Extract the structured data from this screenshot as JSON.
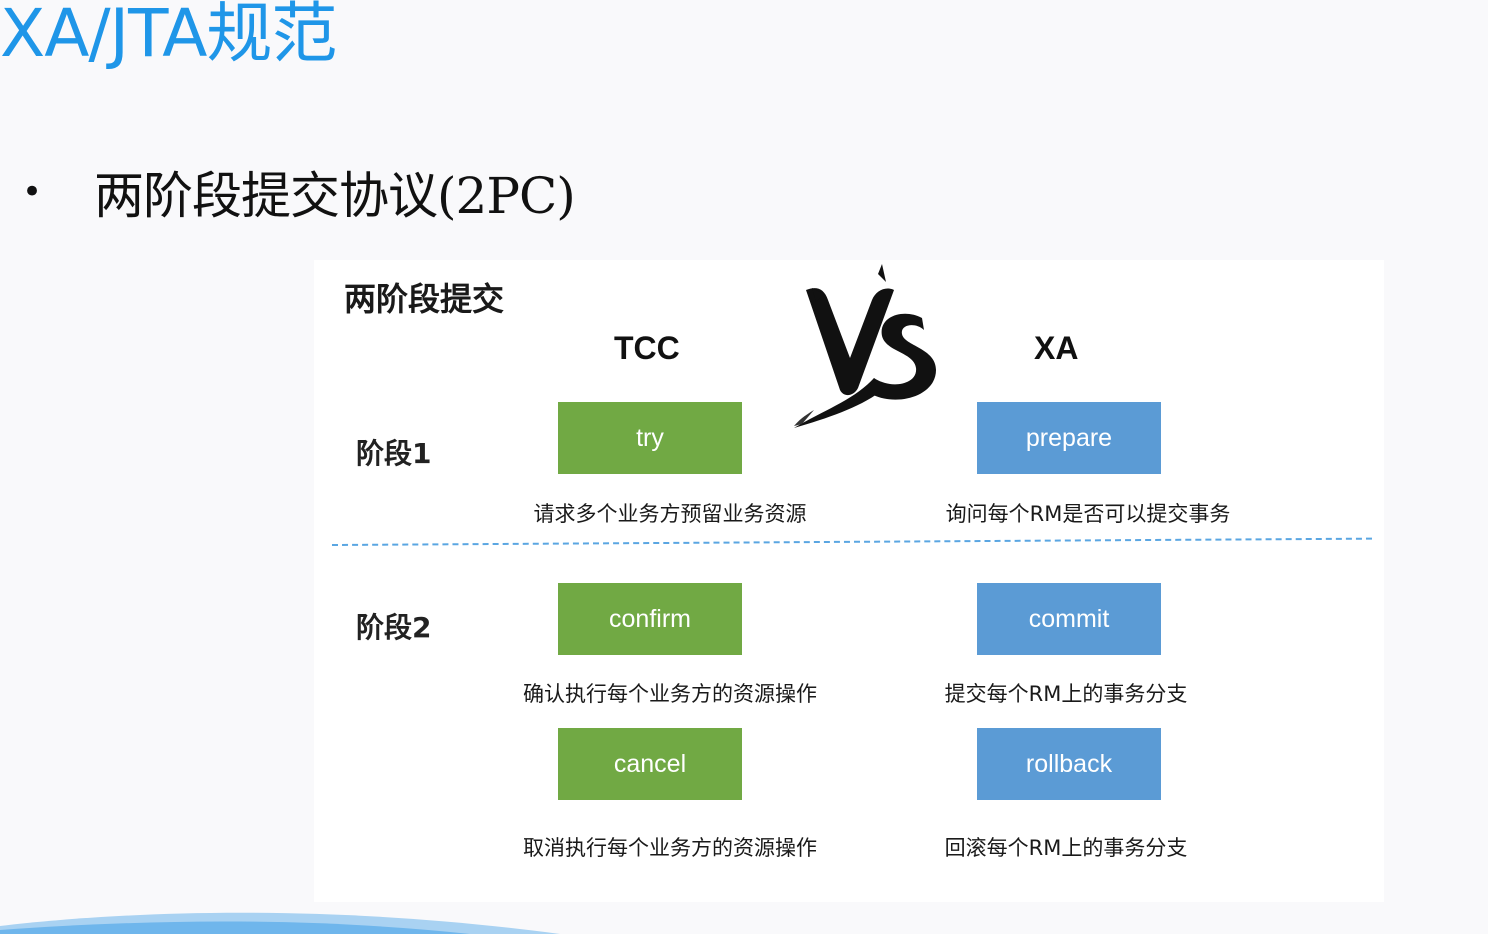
{
  "slide": {
    "title": "XA/JTA规范",
    "bullet_text": "两阶段提交协议(2PC)"
  },
  "figure": {
    "heading": "两阶段提交",
    "vs_logo_text": "VS",
    "columns": {
      "tcc": "TCC",
      "xa": "XA"
    },
    "stage1": {
      "label": "阶段1",
      "tcc_box": "try",
      "tcc_desc": "请求多个业务方预留业务资源",
      "xa_box": "prepare",
      "xa_desc": "询问每个RM是否可以提交事务"
    },
    "stage2": {
      "label": "阶段2",
      "tcc_confirm_box": "confirm",
      "tcc_confirm_desc": "确认执行每个业务方的资源操作",
      "xa_commit_box": "commit",
      "xa_commit_desc": "提交每个RM上的事务分支",
      "tcc_cancel_box": "cancel",
      "tcc_cancel_desc": "取消执行每个业务方的资源操作",
      "xa_rollback_box": "rollback",
      "xa_rollback_desc": "回滚每个RM上的事务分支"
    }
  },
  "colors": {
    "title": "#1f96e8",
    "tcc_green": "#71a944",
    "xa_blue": "#5b9bd5",
    "divider": "#5aa6e2"
  }
}
